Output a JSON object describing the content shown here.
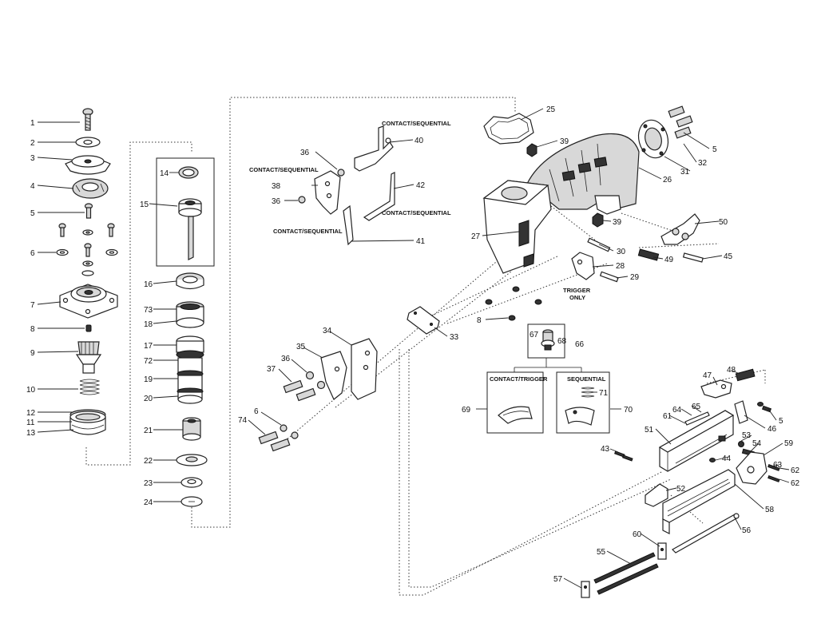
{
  "part_numbers": [
    "1",
    "2",
    "3",
    "4",
    "5",
    "6",
    "7",
    "8",
    "9",
    "10",
    "11",
    "12",
    "13",
    "14",
    "15",
    "16",
    "17",
    "18",
    "19",
    "20",
    "21",
    "22",
    "23",
    "24",
    "25",
    "26",
    "27",
    "28",
    "29",
    "30",
    "31",
    "32",
    "33",
    "34",
    "35",
    "36",
    "37",
    "38",
    "39",
    "40",
    "41",
    "42",
    "43",
    "44",
    "45",
    "46",
    "47",
    "48",
    "49",
    "50",
    "51",
    "52",
    "53",
    "54",
    "55",
    "56",
    "57",
    "58",
    "59",
    "60",
    "61",
    "62",
    "63",
    "64",
    "65",
    "66",
    "67",
    "68",
    "69",
    "70",
    "71",
    "72",
    "73",
    "74"
  ],
  "captions": {
    "contact_sequential": "CONTACT/SEQUENTIAL",
    "trigger_only_1": "TRIGGER",
    "trigger_only_2": "ONLY",
    "contact_trigger": "CONTACT/TRIGGER",
    "sequential": "SEQUENTIAL"
  }
}
